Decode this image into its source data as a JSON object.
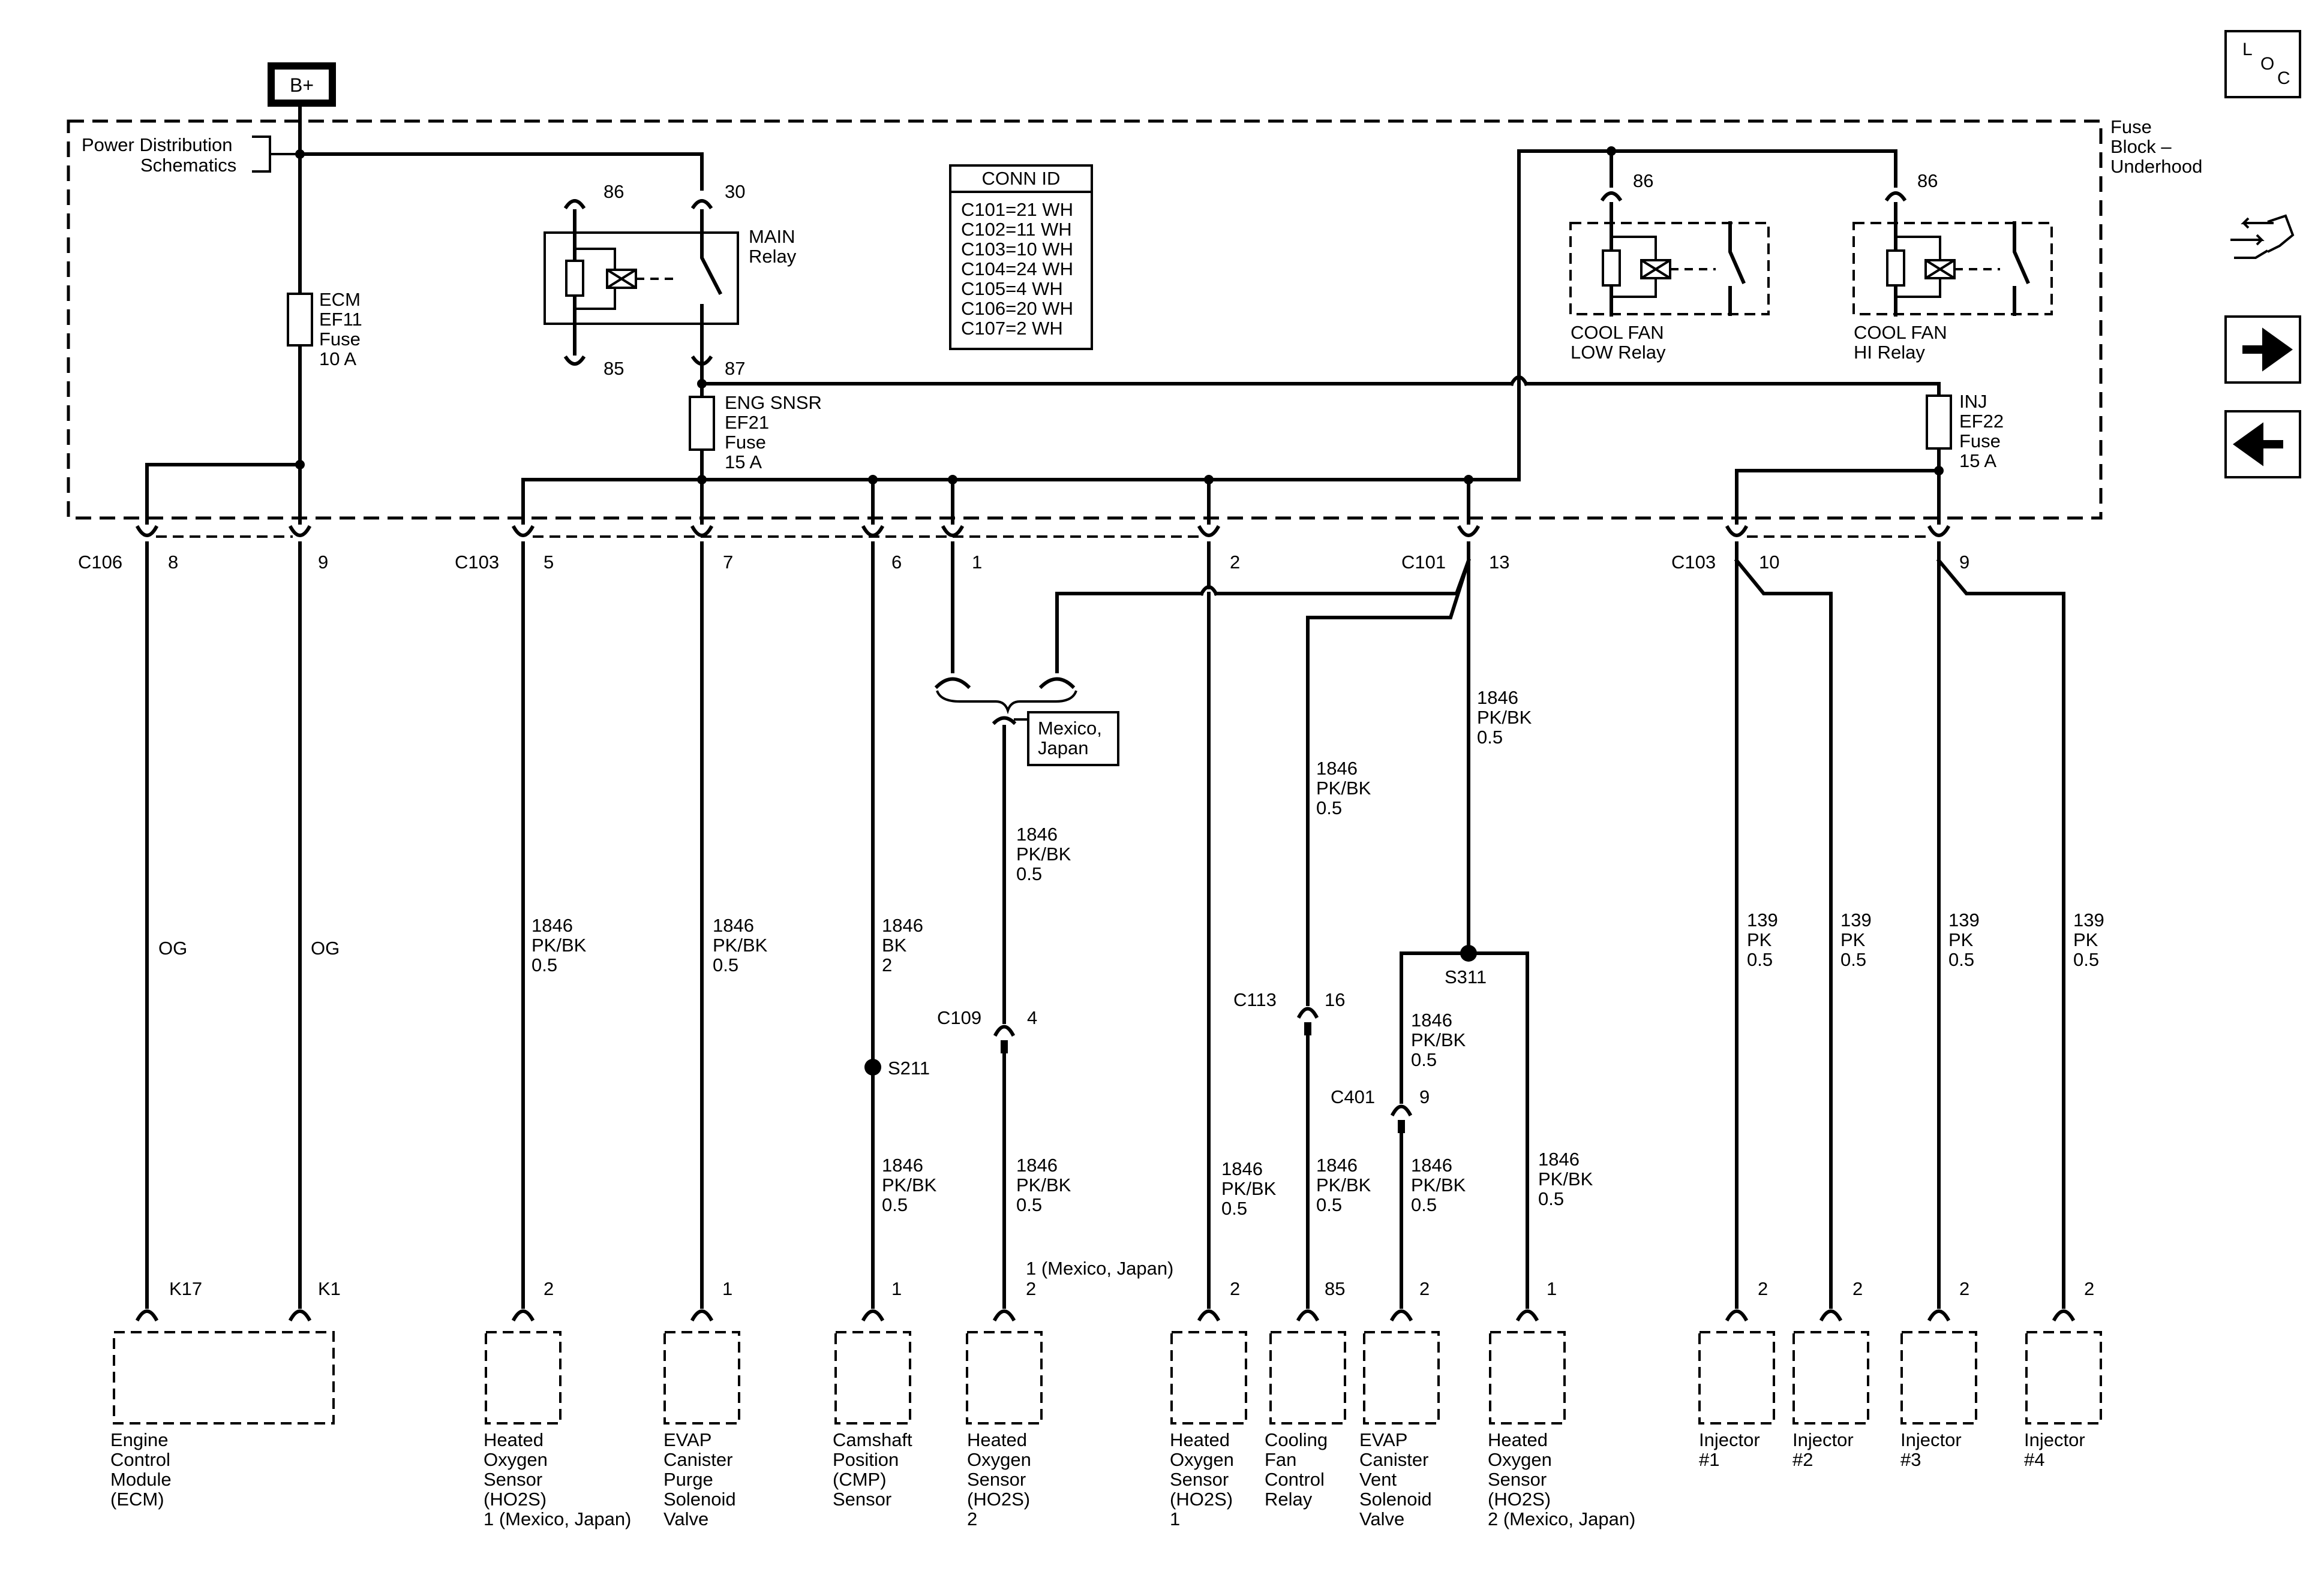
{
  "nav": {
    "loc_letters": [
      "L",
      "O",
      "C"
    ],
    "icons": [
      "loc-icon",
      "component-tools-icon",
      "next-arrow-icon",
      "prev-arrow-icon"
    ]
  },
  "power": {
    "source": "B+"
  },
  "fuse_block": {
    "name_lines": [
      "Fuse",
      "Block –",
      "Underhood"
    ],
    "power_ref_lines": [
      "Power Distribution",
      "Schematics"
    ]
  },
  "conn_id": {
    "title": "CONN ID",
    "rows": [
      "C101=21 WH",
      "C102=11 WH",
      "C103=10 WH",
      "C104=24 WH",
      "C105=4 WH",
      "C106=20 WH",
      "C107=2 WH"
    ]
  },
  "relays": {
    "main": {
      "name_lines": [
        "MAIN",
        "Relay"
      ],
      "pins": [
        "86",
        "30",
        "85",
        "87"
      ]
    },
    "cool_low": {
      "name_lines": [
        "COOL FAN",
        "LOW Relay"
      ],
      "pin": "86"
    },
    "cool_hi": {
      "name_lines": [
        "COOL FAN",
        "HI Relay"
      ],
      "pin": "86"
    }
  },
  "fuses": {
    "ecm": [
      "ECM",
      "EF11",
      "Fuse",
      "10 A"
    ],
    "eng_snsr": [
      "ENG SNSR",
      "EF21",
      "Fuse",
      "15 A"
    ],
    "inj": [
      "INJ",
      "EF22",
      "Fuse",
      "15 A"
    ]
  },
  "connectors": {
    "c106": {
      "name": "C106",
      "pins": [
        "8",
        "9"
      ]
    },
    "c103a": {
      "name": "C103",
      "pins": [
        "5",
        "7",
        "6",
        "1",
        "2"
      ]
    },
    "c101": {
      "name": "C101",
      "pin": "13"
    },
    "c103b": {
      "name": "C103",
      "pins": [
        "10",
        "9"
      ]
    },
    "c109": {
      "name": "C109",
      "pin": "4"
    },
    "c113": {
      "name": "C113",
      "pin": "16"
    },
    "c401": {
      "name": "C401",
      "pin": "9"
    }
  },
  "splices": {
    "s211": "S211",
    "s311": "S311"
  },
  "option_label": [
    "Mexico,",
    "Japan"
  ],
  "wires": {
    "og1": [
      "OG"
    ],
    "og2": [
      "OG"
    ],
    "w_pkbk_a": [
      "1846",
      "PK/BK",
      "0.5"
    ],
    "w_pkbk_b": [
      "1846",
      "PK/BK",
      "0.5"
    ],
    "w_bk": [
      "1846",
      "BK",
      "2"
    ],
    "w_cmp_lower": [
      "1846",
      "PK/BK",
      "0.5"
    ],
    "w_mx_upper": [
      "1846",
      "PK/BK",
      "0.5"
    ],
    "w_mx_lower": [
      "1846",
      "PK/BK",
      "0.5"
    ],
    "w_c101": [
      "1846",
      "PK/BK",
      "0.5"
    ],
    "w_fan_upper": [
      "1846",
      "PK/BK",
      "0.5"
    ],
    "w_fan_lower": [
      "1846",
      "PK/BK",
      "0.5"
    ],
    "w_ho2s1": [
      "1846",
      "PK/BK",
      "0.5"
    ],
    "w_s311": [
      "1846",
      "PK/BK",
      "0.5"
    ],
    "w_evapv": [
      "1846",
      "PK/BK",
      "0.5"
    ],
    "w_ho2s2mx": [
      "1846",
      "PK/BK",
      "0.5"
    ],
    "w_inj1": [
      "139",
      "PK",
      "0.5"
    ],
    "w_inj2": [
      "139",
      "PK",
      "0.5"
    ],
    "w_inj3": [
      "139",
      "PK",
      "0.5"
    ],
    "w_inj4": [
      "139",
      "PK",
      "0.5"
    ]
  },
  "components": [
    {
      "pin": "K17",
      "pin2": "K1",
      "name_lines": [
        "Engine",
        "Control",
        "Module",
        "(ECM)"
      ]
    },
    {
      "pin": "2",
      "name_lines": [
        "Heated",
        "Oxygen",
        "Sensor",
        "(HO2S)",
        "1 (Mexico, Japan)"
      ]
    },
    {
      "pin": "1",
      "name_lines": [
        "EVAP",
        "Canister",
        "Purge",
        "Solenoid",
        "Valve"
      ]
    },
    {
      "pin": "1",
      "name_lines": [
        "Camshaft",
        "Position",
        "(CMP)",
        "Sensor"
      ]
    },
    {
      "pin": "2",
      "pin_alt": "1 (Mexico, Japan)",
      "name_lines": [
        "Heated",
        "Oxygen",
        "Sensor",
        "(HO2S)",
        "2"
      ]
    },
    {
      "pin": "2",
      "name_lines": [
        "Heated",
        "Oxygen",
        "Sensor",
        "(HO2S)",
        "1"
      ]
    },
    {
      "pin": "85",
      "name_lines": [
        "Cooling",
        "Fan",
        "Control",
        "Relay"
      ]
    },
    {
      "pin": "2",
      "name_lines": [
        "EVAP",
        "Canister",
        "Vent",
        "Solenoid",
        "Valve"
      ]
    },
    {
      "pin": "1",
      "name_lines": [
        "Heated",
        "Oxygen",
        "Sensor",
        "(HO2S)",
        "2 (Mexico, Japan)"
      ]
    },
    {
      "pin": "2",
      "name_lines": [
        "Injector",
        "#1"
      ]
    },
    {
      "pin": "2",
      "name_lines": [
        "Injector",
        "#2"
      ]
    },
    {
      "pin": "2",
      "name_lines": [
        "Injector",
        "#3"
      ]
    },
    {
      "pin": "2",
      "name_lines": [
        "Injector",
        "#4"
      ]
    }
  ]
}
